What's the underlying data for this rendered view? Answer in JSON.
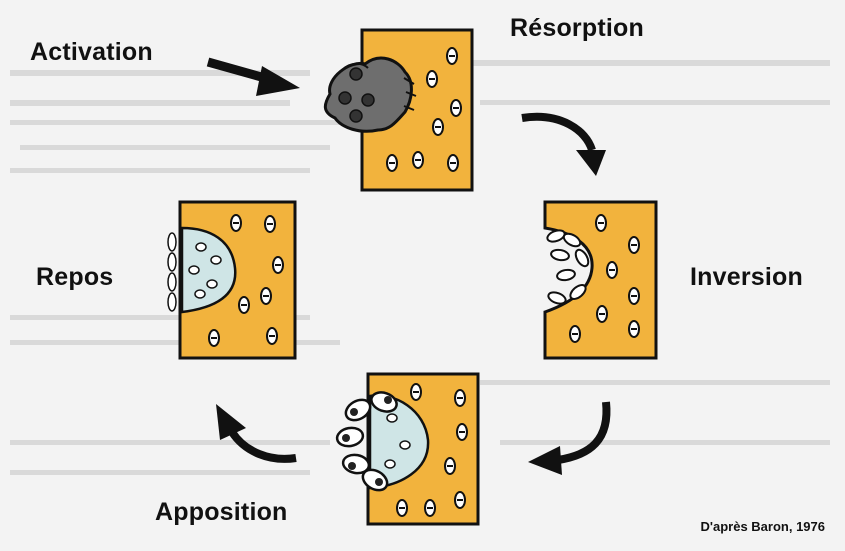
{
  "labels": {
    "activation": "Activation",
    "resorption": "Résorption",
    "repos": "Repos",
    "inversion": "Inversion",
    "apposition": "Apposition"
  },
  "credit": "D'après Baron, 1976",
  "colors": {
    "bone": "#f2b33d",
    "outline": "#111111",
    "osteoclast": "#777777",
    "osteoid": "#cfe5e6",
    "arrow": "#111111"
  }
}
